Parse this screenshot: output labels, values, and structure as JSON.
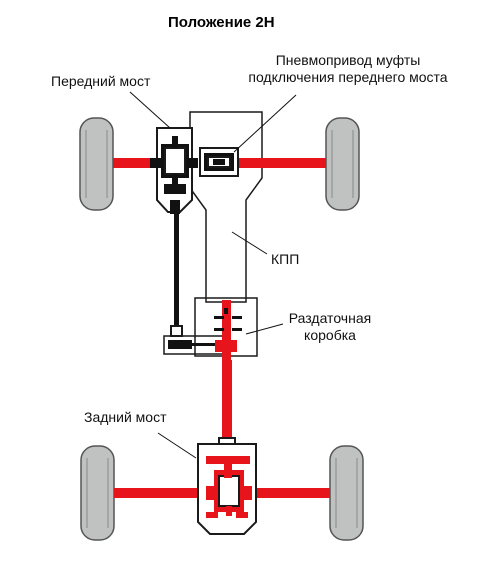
{
  "title": "Положение 2H",
  "labels": {
    "front_axle": "Передний мост",
    "actuator_line1": "Пневмопривод муфты",
    "actuator_line2": "подключения переднего моста",
    "gearbox": "КПП",
    "transfer_line1": "Раздаточная",
    "transfer_line2": "коробка",
    "rear_axle": "Задний мост"
  },
  "colors": {
    "drive_active": "#e8141c",
    "drive_inactive": "#111111",
    "outline": "#1a1a1a",
    "tire": "#bfc2c1",
    "tire_tread": "#9a9d9c",
    "housing": "#ffffff"
  }
}
